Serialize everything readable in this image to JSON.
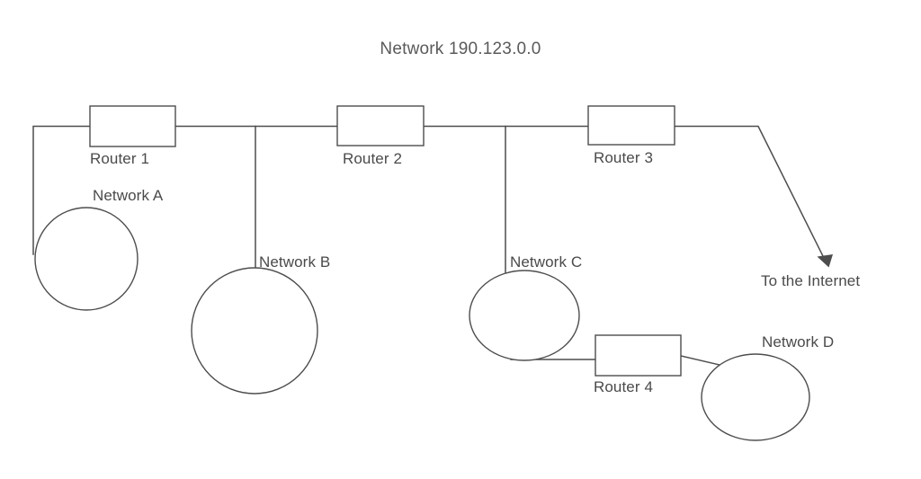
{
  "diagram": {
    "type": "network-topology",
    "title": "Network 190.123.0.0",
    "background_color": "#ffffff",
    "line_color": "#4d4d4d",
    "text_color": "#4a4a4a",
    "routers": [
      {
        "id": "router1",
        "label": "Router 1"
      },
      {
        "id": "router2",
        "label": "Router 2"
      },
      {
        "id": "router3",
        "label": "Router 3"
      },
      {
        "id": "router4",
        "label": "Router 4"
      }
    ],
    "networks": [
      {
        "id": "networkA",
        "label": "Network A"
      },
      {
        "id": "networkB",
        "label": "Network B"
      },
      {
        "id": "networkC",
        "label": "Network C"
      },
      {
        "id": "networkD",
        "label": "Network D"
      }
    ],
    "external": {
      "id": "internet",
      "label": "To the Internet"
    },
    "connections": [
      {
        "from": "router1",
        "to": "networkA"
      },
      {
        "from": "router1",
        "to": "router2"
      },
      {
        "from": "router2",
        "to": "networkB"
      },
      {
        "from": "router2",
        "to": "router3"
      },
      {
        "from": "router3",
        "to": "networkC"
      },
      {
        "from": "router3",
        "to": "internet"
      },
      {
        "from": "networkC",
        "to": "router4"
      },
      {
        "from": "router4",
        "to": "networkD"
      }
    ]
  }
}
